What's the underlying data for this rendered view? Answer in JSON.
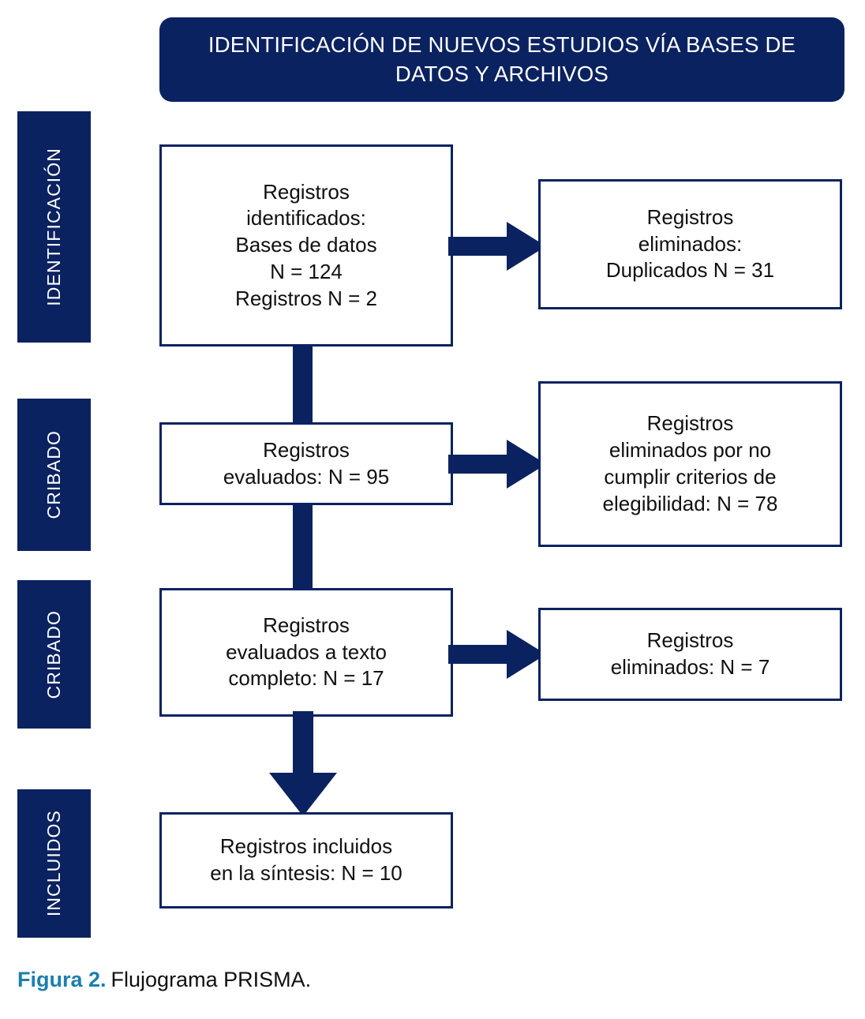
{
  "colors": {
    "navy": "#0B2260",
    "caption_accent": "#1a7fae",
    "box_text": "#101010",
    "background": "#ffffff"
  },
  "header": {
    "title": "IDENTIFICACIÓN DE NUEVOS ESTUDIOS VÍA BASES DE DATOS Y ARCHIVOS"
  },
  "stages": [
    {
      "id": "identificacion",
      "label": "IDENTIFICACIÓN"
    },
    {
      "id": "cribado-1",
      "label": "CRIBADO"
    },
    {
      "id": "cribado-2",
      "label": "CRIBADO"
    },
    {
      "id": "incluidos",
      "label": "INCLUIDOS"
    }
  ],
  "boxes": {
    "identified": {
      "text": "Registros\nidentificados:\nBases de datos\nN = 124\nRegistros N = 2",
      "n_databases": 124,
      "n_registers": 2
    },
    "duplicates_removed": {
      "text": "Registros\neliminados:\nDuplicados N = 31",
      "n": 31
    },
    "screened": {
      "text": "Registros\nevaluados: N = 95",
      "n": 95
    },
    "excluded_criteria": {
      "text": "Registros\neliminados por no\ncumplir criterios de\nelegibilidad: N = 78",
      "n": 78
    },
    "fulltext_assessed": {
      "text": "Registros\nevaluados a texto\ncompleto: N = 17",
      "n": 17
    },
    "fulltext_removed": {
      "text": "Registros\neliminados: N = 7",
      "n": 7
    },
    "included": {
      "text": "Registros incluidos\nen la síntesis: N = 10",
      "n": 10
    }
  },
  "arrows": {
    "identified_to_duplicates": "arrow-right-icon",
    "screened_to_excluded": "arrow-right-icon",
    "fulltext_to_removed": "arrow-right-icon",
    "fulltext_to_included": "arrow-down-icon",
    "identified_to_screened": "connector-vertical",
    "screened_to_fulltext": "connector-vertical"
  },
  "caption": {
    "figure_number": "Figura 2.",
    "figure_text": "Flujograma PRISMA."
  }
}
